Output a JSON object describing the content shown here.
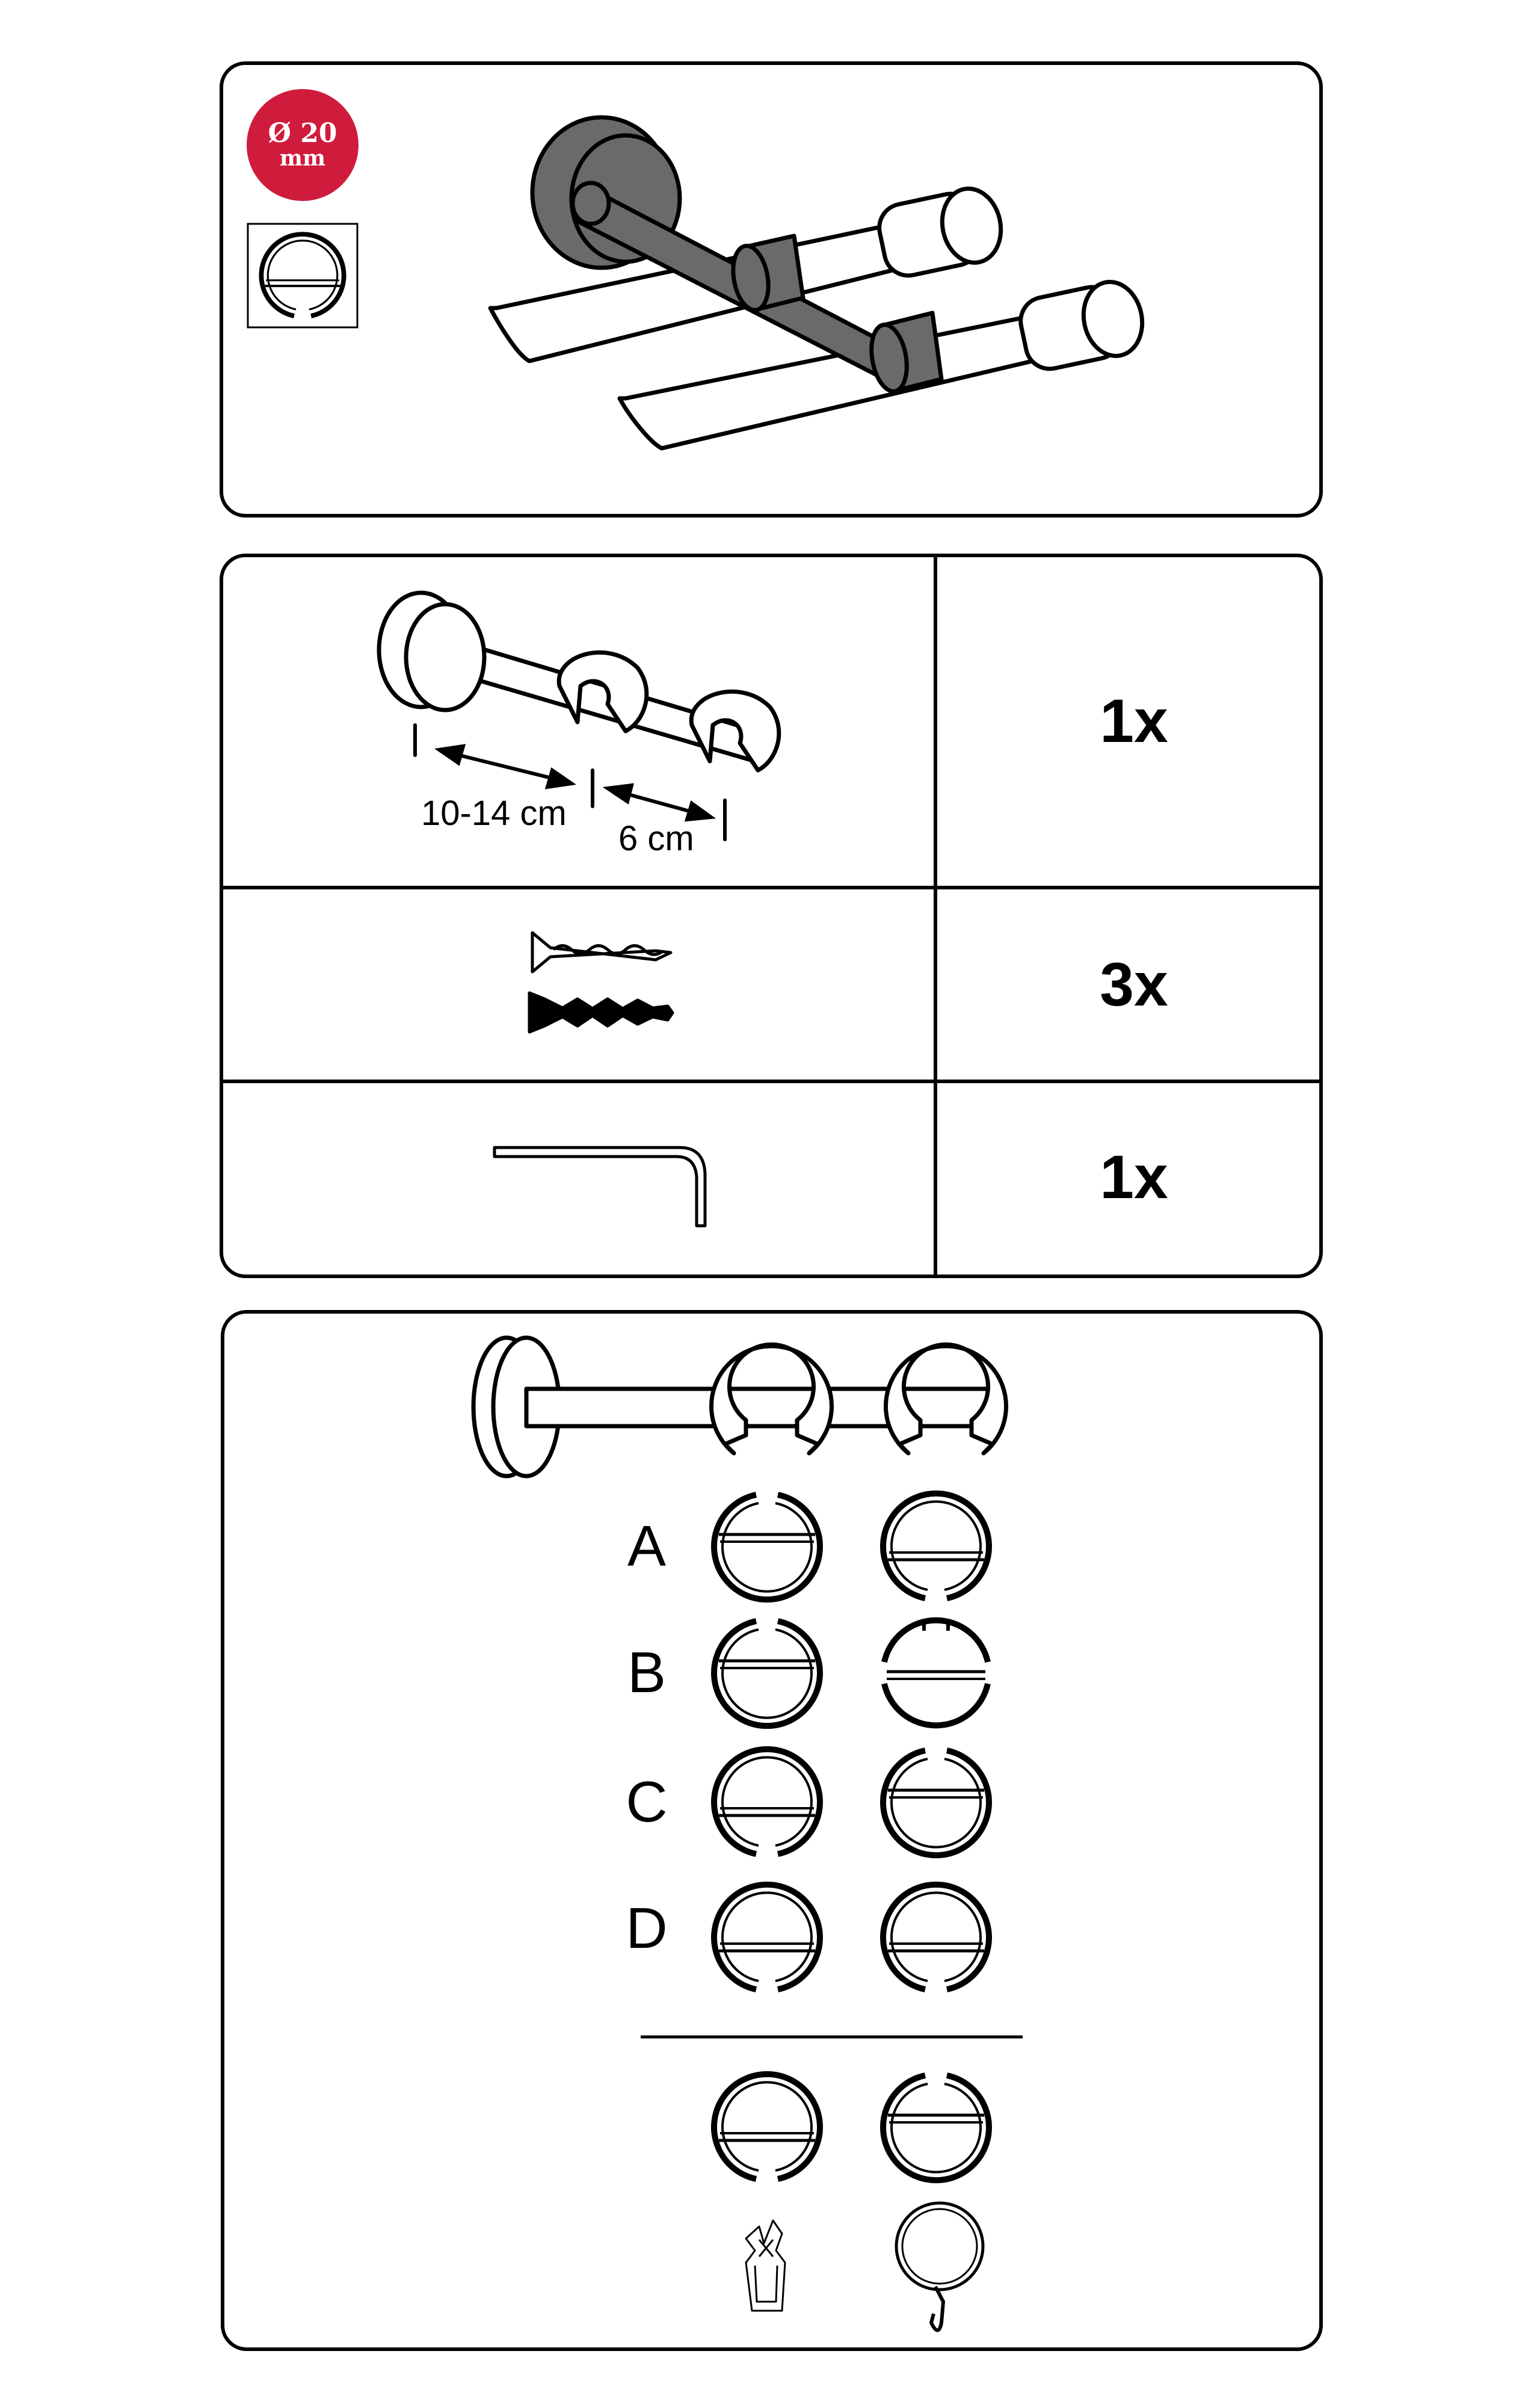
{
  "badge": {
    "line1": "Ø 20",
    "line2": "mm",
    "color": "#d01c3c"
  },
  "components": [
    {
      "item": "double-bracket-with-rings",
      "quantity": "1x",
      "dims": [
        "10-14 cm",
        "6 cm"
      ]
    },
    {
      "item": "screw-and-wall-plug",
      "quantity": "3x"
    },
    {
      "item": "allen-key",
      "quantity": "1x"
    }
  ],
  "compatibility": {
    "rows": [
      "A",
      "B",
      "C",
      "D"
    ],
    "accessories": [
      "curtain-hook-clip",
      "curtain-ring"
    ]
  },
  "colors": {
    "stroke": "#000000",
    "bracket_fill": "#6a6a6a",
    "background": "#ffffff"
  }
}
